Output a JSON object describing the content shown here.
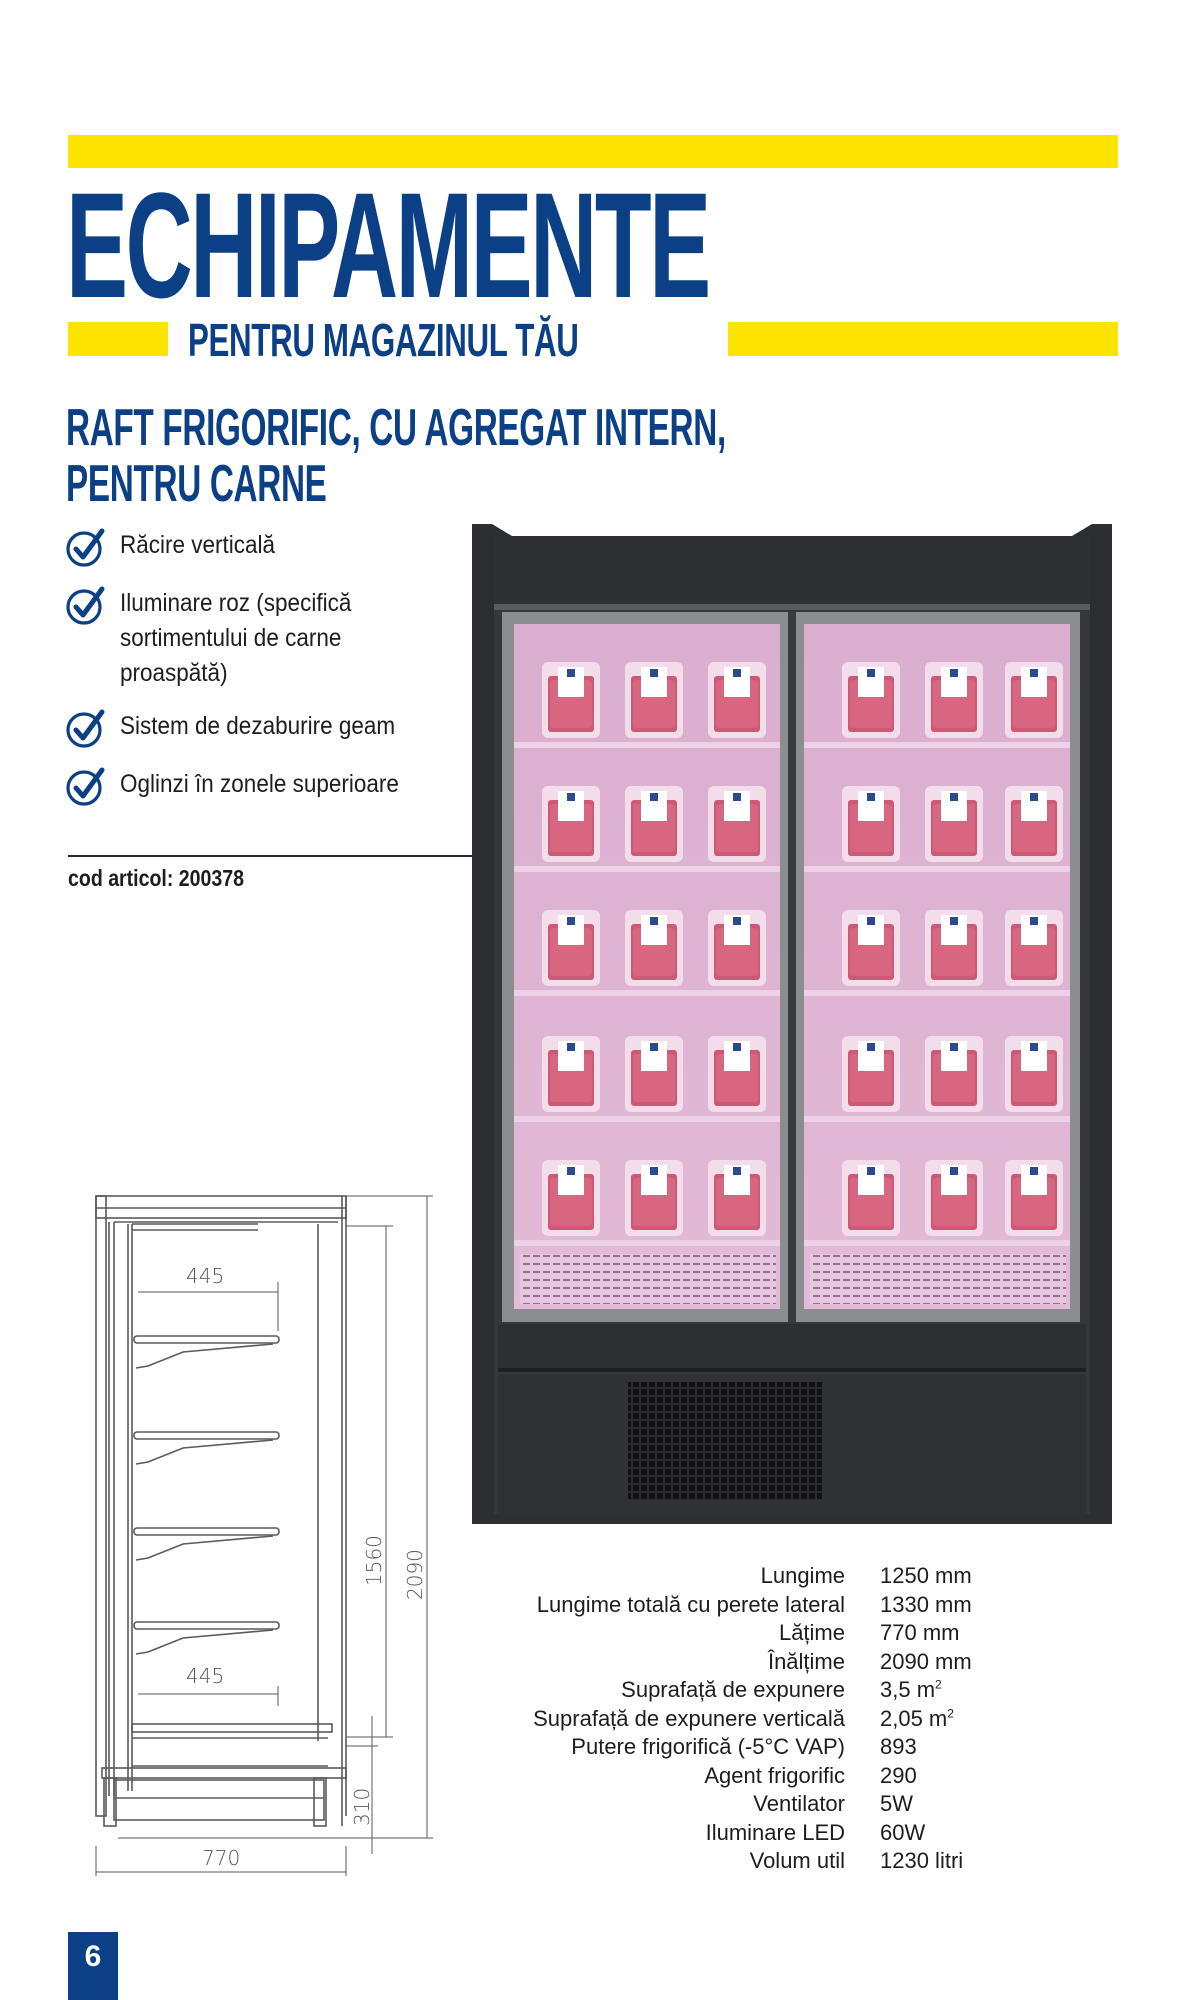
{
  "header": {
    "title": "ECHIPAMENTE",
    "subtitle": "PENTRU MAGAZINUL TĂU"
  },
  "product": {
    "title_line1": "RAFT FRIGORIFIC, CU AGREGAT INTERN,",
    "title_line2": "PENTRU CARNE",
    "features": [
      {
        "icon": "check-circle-icon",
        "text": "Răcire verticală"
      },
      {
        "icon": "check-circle-icon",
        "text": "Iluminare roz (specifică\nsortimentului de carne\nproaspătă)"
      },
      {
        "icon": "check-circle-icon",
        "text": "Sistem de dezaburire geam"
      },
      {
        "icon": "check-circle-icon",
        "text": "Oglinzi în zonele superioare"
      }
    ],
    "code_label": "cod articol: 200378"
  },
  "drawing": {
    "shelf_depth_top": "445",
    "shelf_depth_bottom": "445",
    "inner_height": "1560",
    "total_height": "2090",
    "base_height": "310",
    "width": "770"
  },
  "specs": [
    {
      "label": "Lungime",
      "value": "1250 mm"
    },
    {
      "label": "Lungime totală cu perete lateral",
      "value": "1330 mm"
    },
    {
      "label": "Lățime",
      "value": "770 mm"
    },
    {
      "label": "Înălțime",
      "value": "2090 mm"
    },
    {
      "label": "Suprafață de expunere",
      "value": "3,5 m",
      "sup": "2"
    },
    {
      "label": "Suprafață de expunere verticală",
      "value": "2,05 m",
      "sup": "2"
    },
    {
      "label": "Putere frigorifică (-5°C VAP)",
      "value": "893"
    },
    {
      "label": "Agent frigorific",
      "value": "290"
    },
    {
      "label": "Ventilator",
      "value": "5W"
    },
    {
      "label": "Iluminare LED",
      "value": "60W"
    },
    {
      "label": "Volum util",
      "value": "1230 litri"
    }
  ],
  "page": {
    "number": "6"
  },
  "colors": {
    "brand_blue": "#0b3f86",
    "brand_yellow": "#fde400",
    "fridge_body": "#2e2f33",
    "interior_pink": "#d9a6c9"
  }
}
